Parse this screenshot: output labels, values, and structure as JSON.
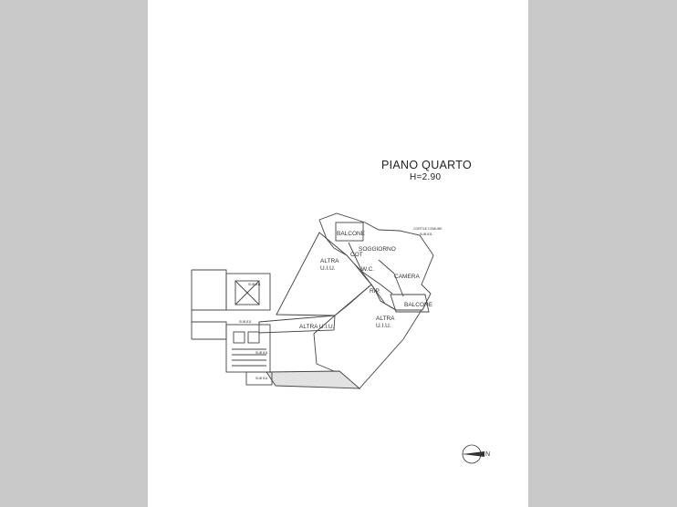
{
  "floor": {
    "title": "PIANO QUARTO",
    "height": "H=2.90"
  },
  "note": {
    "line1": "CORTILE COMUNE",
    "line2": "SUB 811"
  },
  "rooms": {
    "balcone_top": "BALCONE",
    "soggiorno": "SOGGIORNO",
    "cot": "COT",
    "altra_1_a": "ALTRA",
    "altra_1_b": "U.I.U.",
    "wc": "W.C.",
    "camera": "CAMERA",
    "rip": "RIP.",
    "balcone_bottom": "BALCONE",
    "altra_2_a": "ALTRA",
    "altra_2_b": "U.I.U.",
    "altra_corridor": "ALTRA U.I.U."
  },
  "subs": {
    "sub_1": "SUB 811",
    "sub_2": "SUB 811",
    "sub_3": "SUB 811",
    "sub_4": "SUB 811"
  },
  "compass": {
    "north_label": "N"
  }
}
